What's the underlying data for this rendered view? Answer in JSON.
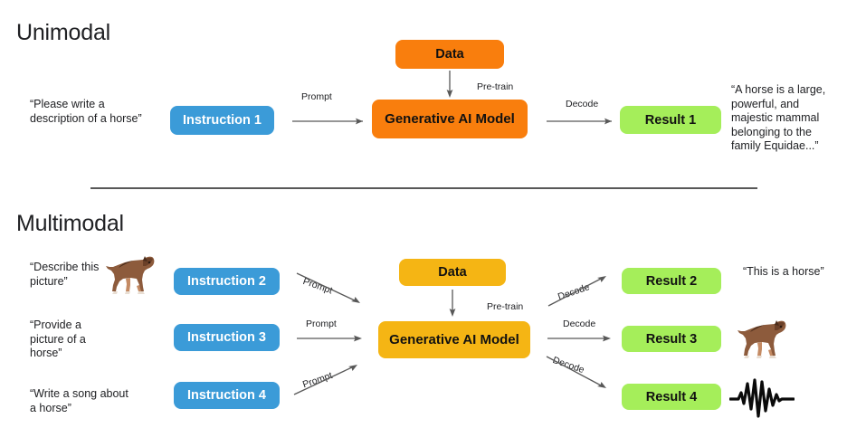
{
  "figure": {
    "background": "#ffffff",
    "colors": {
      "instruction_blue": "#3b9bd8",
      "result_green": "#a5ee5a",
      "unimodal_orange": "#f97e0d",
      "multimodal_amber": "#f5b514",
      "text": "#202124",
      "divider": "#585858",
      "arrow": "#585858"
    }
  },
  "unimodal": {
    "title": "Unimodal",
    "prompt_text": "“Please write a description of a horse”",
    "instruction_label": "Instruction 1",
    "prompt_edge_label": "Prompt",
    "data_label": "Data",
    "pretrain_edge_label": "Pre-train",
    "model_label": "Generative AI Model",
    "decode_edge_label": "Decode",
    "result_label": "Result 1",
    "result_text": "“A horse is a large, powerful, and majestic mammal belonging to the family Equidae...”"
  },
  "multimodal": {
    "title": "Multimodal",
    "data_label": "Data",
    "pretrain_edge_label": "Pre-train",
    "model_label": "Generative AI Model",
    "rows": [
      {
        "prompt_text": "“Describe this picture”",
        "prompt_icon": "horse-image",
        "instruction_label": "Instruction 2",
        "prompt_edge_label": "Prompt",
        "decode_edge_label": "Decode",
        "result_label": "Result 2",
        "result_text": "“This is a horse”",
        "result_icon": ""
      },
      {
        "prompt_text": "“Provide a picture of a horse”",
        "prompt_icon": "",
        "instruction_label": "Instruction 3",
        "prompt_edge_label": "Prompt",
        "decode_edge_label": "Decode",
        "result_label": "Result 3",
        "result_text": "",
        "result_icon": "horse-image"
      },
      {
        "prompt_text": "“Write a song about a horse”",
        "prompt_icon": "",
        "instruction_label": "Instruction 4",
        "prompt_edge_label": "Prompt",
        "decode_edge_label": "Decode",
        "result_label": "Result 4",
        "result_text": "",
        "result_icon": "audio-waveform-icon"
      }
    ]
  }
}
